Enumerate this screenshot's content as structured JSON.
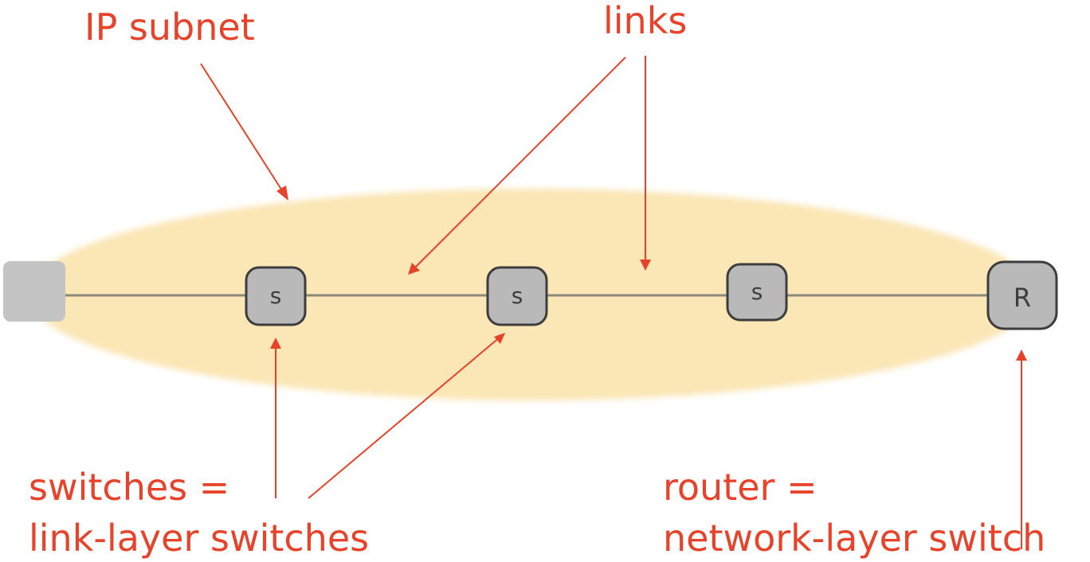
{
  "labels": {
    "ip_subnet": "IP subnet",
    "links": "links",
    "switches_line1": "switches =",
    "switches_line2": "link-layer switches",
    "router_line1": "router =",
    "router_line2": "network-layer switch"
  },
  "nodes": {
    "switch1": "s",
    "switch2": "s",
    "switch3": "s",
    "router": "R"
  },
  "colors": {
    "annotation": "#e8432a",
    "subnet_fill": "#fbe6b5",
    "node_fill": "#b9b9b9",
    "node_stroke": "#3d3d3d",
    "host_fill": "#c4c4c4",
    "link": "#8a8a7a"
  }
}
